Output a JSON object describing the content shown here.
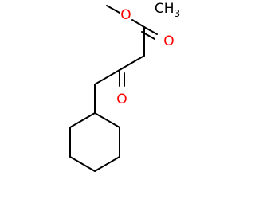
{
  "molecule": {
    "atoms": {
      "ester_o": "O",
      "carbonyl_o_ester": "O",
      "ketone_o": "O",
      "methyl_c": "CH",
      "methyl_sub": "3"
    },
    "colors": {
      "bond": "#000000",
      "oxygen": "#ff0000",
      "carbon": "#000000"
    }
  }
}
